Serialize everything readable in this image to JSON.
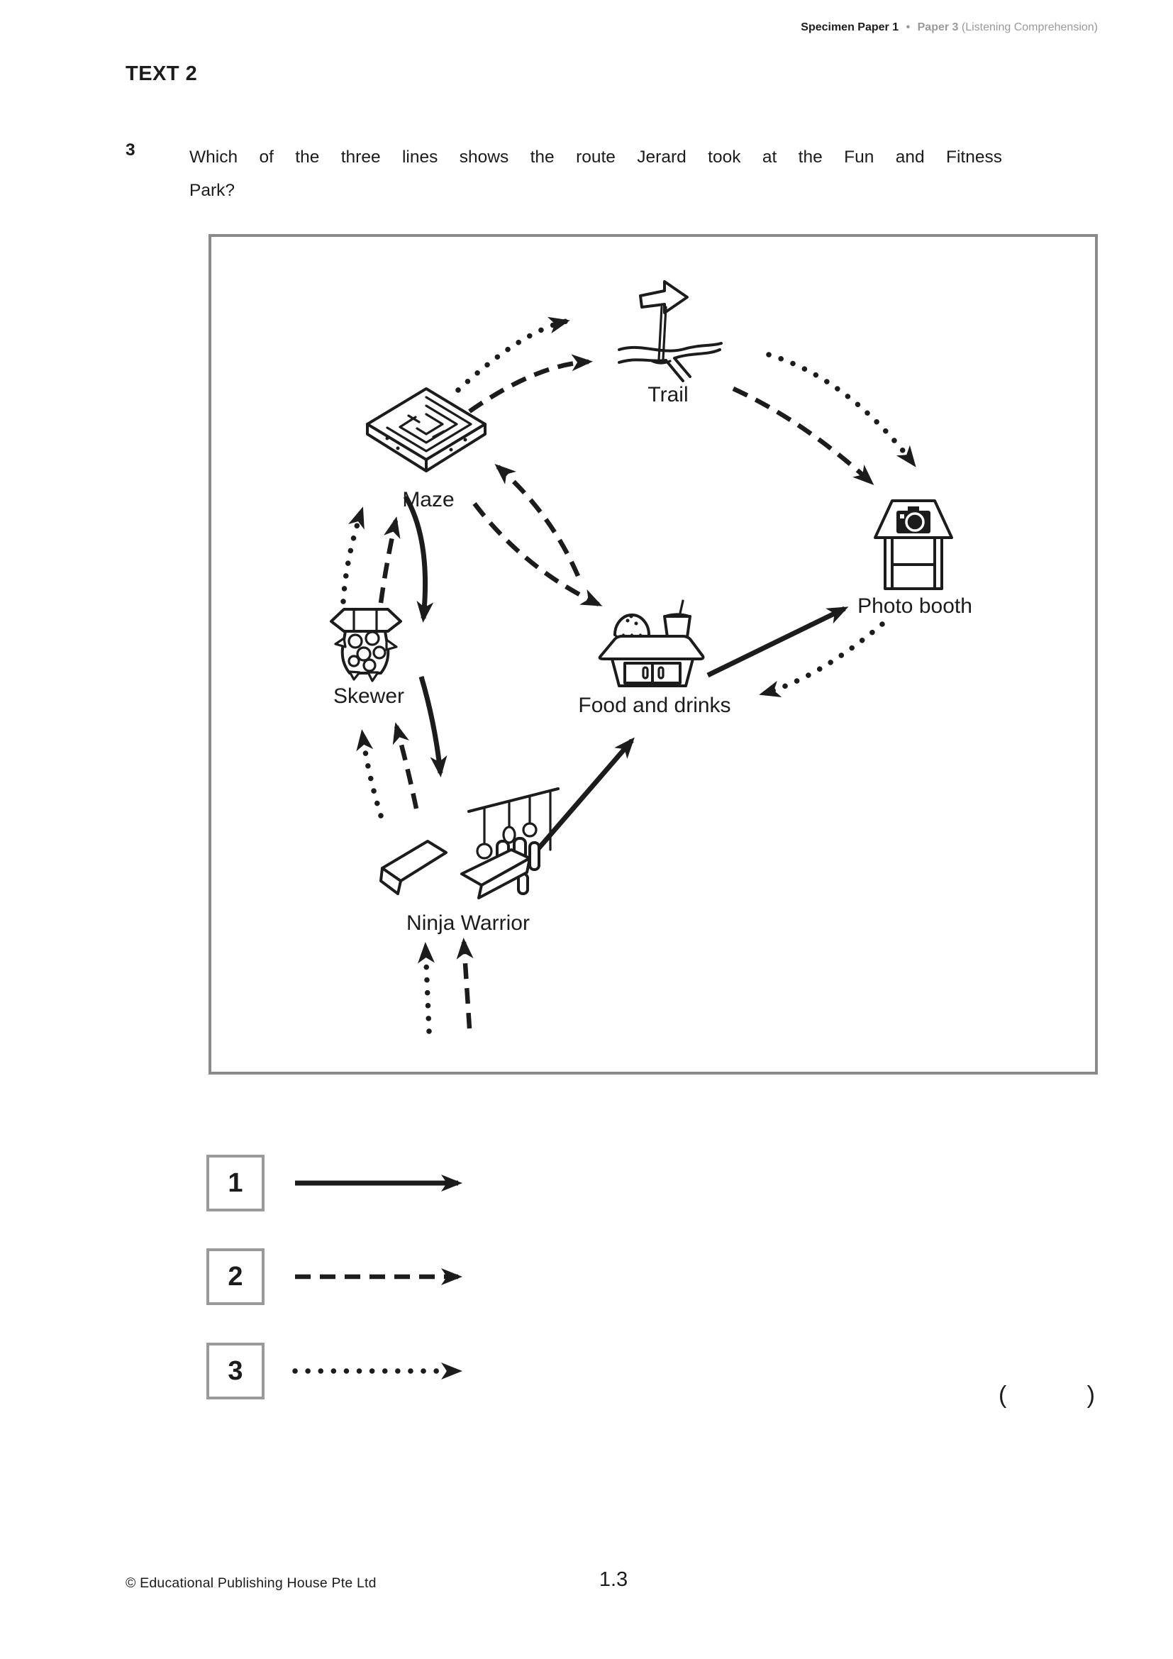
{
  "header": {
    "specimen": "Specimen Paper 1",
    "separator": "•",
    "paper": "Paper 3",
    "paper_suffix": "(Listening Comprehension)"
  },
  "section_title": "TEXT 2",
  "question": {
    "number": "3",
    "line1": "Which of the three lines shows the route Jerard took at the Fun and Fitness",
    "line2": "Park?"
  },
  "diagram": {
    "nodes": [
      {
        "id": "trail",
        "label": "Trail"
      },
      {
        "id": "maze",
        "label": "Maze"
      },
      {
        "id": "photo_booth",
        "label": "Photo booth"
      },
      {
        "id": "skewer",
        "label": "Skewer"
      },
      {
        "id": "food_drinks",
        "label": "Food and drinks"
      },
      {
        "id": "ninja_warrior",
        "label": "Ninja Warrior"
      }
    ],
    "routes": {
      "solid": [
        "Maze → Skewer",
        "Skewer → Ninja Warrior",
        "Ninja Warrior → Food and drinks",
        "Food and drinks → Photo booth"
      ],
      "dashed": [
        "entrance → Ninja Warrior",
        "Ninja Warrior → Skewer",
        "Skewer → Maze",
        "Maze → Trail",
        "Trail → Photo booth",
        "Food and drinks → Maze",
        "Maze → Food and drinks"
      ],
      "dotted": [
        "entrance → Ninja Warrior",
        "Ninja Warrior → Skewer",
        "Skewer → Maze",
        "Maze → Trail",
        "Trail → Photo booth",
        "Photo booth → Food and drinks"
      ]
    },
    "line_color": "#1c1c1c",
    "box_border_color": "#8a8a8a"
  },
  "legend": {
    "items": [
      {
        "number": "1",
        "style": "solid"
      },
      {
        "number": "2",
        "style": "dashed"
      },
      {
        "number": "3",
        "style": "dotted"
      }
    ]
  },
  "answer": {
    "open": "(",
    "close": ")"
  },
  "footer": {
    "copyright": "© Educational Publishing House Pte Ltd",
    "page": "1.3"
  }
}
